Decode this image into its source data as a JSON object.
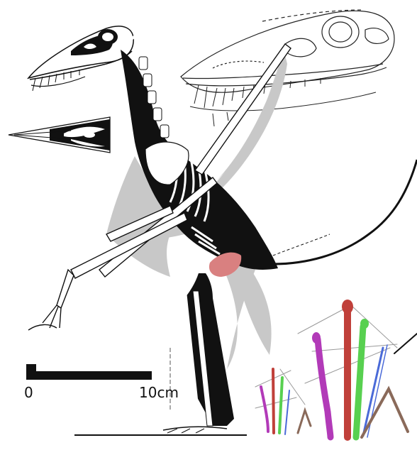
{
  "scale_bar": {
    "start_label": "0",
    "end_label": "10cm"
  },
  "colors": {
    "bone": "#ffffff",
    "outline": "#111111",
    "body_fill": "#000000",
    "membrane": "#c8c8c8",
    "muscle": "#d98080",
    "finger_magenta": "#b23ab8",
    "finger_red": "#c0403a",
    "finger_green": "#58d050",
    "finger_blue": "#4a6ad8",
    "finger_brown": "#8a6a5a"
  },
  "figures": [
    "skeletal-reconstruction",
    "skull-lateral-view",
    "skull-dorsal-view",
    "hand-detail-small",
    "hand-detail-large"
  ]
}
